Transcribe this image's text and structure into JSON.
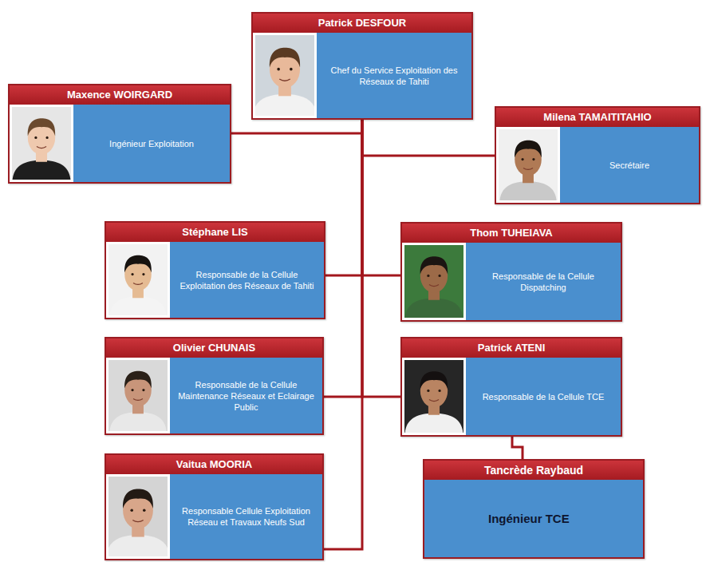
{
  "diagram": {
    "nodes": [
      {
        "text": [
          "Patrick DESFOUR",
          "Chef du Service Exploitation des Réseaux de Tahiti"
        ]
      },
      {
        "text": [
          "Maxence WOIRGARD",
          "Ingénieur Exploitation"
        ]
      },
      {
        "text": [
          "Milena TAMAITITAHIO",
          "Secrétaire"
        ]
      },
      {
        "text": [
          "Stéphane LIS",
          "Responsable de la Cellule Exploitation des Réseaux de Tahiti"
        ]
      },
      {
        "text": [
          "Thom TUHEIAVA",
          "Responsable de la Cellule Dispatching"
        ]
      },
      {
        "text": [
          "Olivier CHUNAIS",
          "Responsable de la Cellule Maintenance Réseaux et Eclairage Public"
        ]
      },
      {
        "text": [
          "Patrick ATENI",
          "Responsable de la Cellule TCE"
        ]
      },
      {
        "text": [
          "Vaitua MOORIA",
          "Responsable Cellule Exploitation Réseau et Travaux Neufs Sud"
        ]
      },
      {
        "text": [
          "Tancrède Raybaud",
          "Ingénieur TCE"
        ]
      }
    ],
    "edges": [
      {
        "from": 0,
        "to": 1,
        "arrow": "none"
      },
      {
        "from": 0,
        "to": 2,
        "arrow": "none"
      },
      {
        "from": 0,
        "to": 3,
        "arrow": "none"
      },
      {
        "from": 0,
        "to": 4,
        "arrow": "none"
      },
      {
        "from": 0,
        "to": 5,
        "arrow": "none"
      },
      {
        "from": 0,
        "to": 6,
        "arrow": "none"
      },
      {
        "from": 0,
        "to": 7,
        "arrow": "none"
      },
      {
        "from": 6,
        "to": 8,
        "arrow": "none"
      }
    ]
  }
}
